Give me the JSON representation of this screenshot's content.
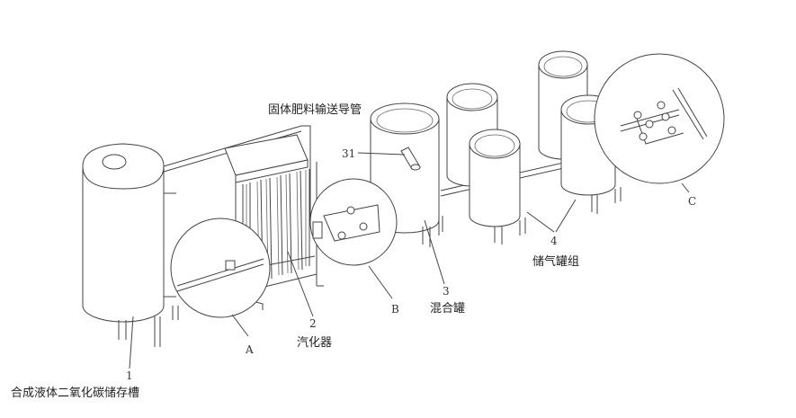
{
  "labels": {
    "co2_tank_name": "合成液体二氧化碳储存槽",
    "co2_tank_num": "1",
    "vaporizer_name": "汽化器",
    "vaporizer_num": "2",
    "mixing_tank_name": "混合罐",
    "mixing_tank_num": "3",
    "storage_group_name": "储气罐组",
    "storage_group_num": "4",
    "pipe_name": "固体肥料输送导管",
    "pipe_num": "31",
    "detail_a": "A",
    "detail_b": "B",
    "detail_c": "C"
  }
}
